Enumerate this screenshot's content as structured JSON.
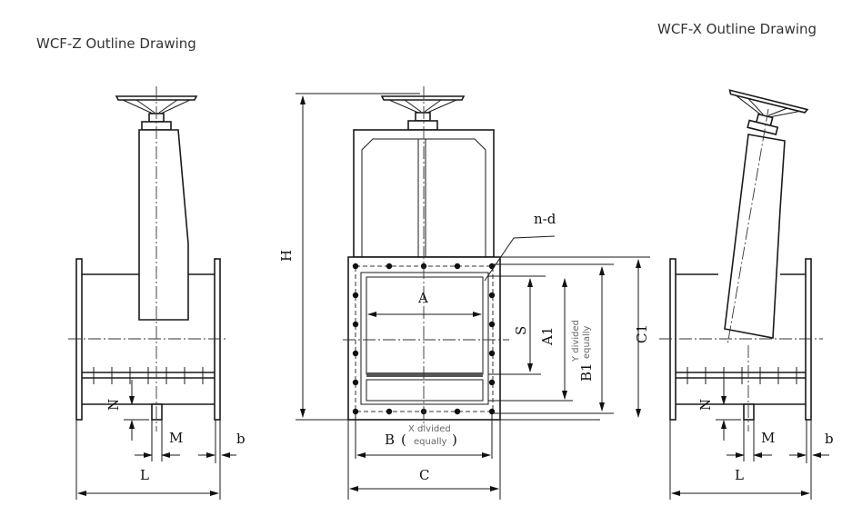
{
  "titles": {
    "left": "WCF-Z Outline Drawing",
    "right": "WCF-X Outline Drawing"
  },
  "labels": {
    "L": "L",
    "M": "M",
    "b": "b",
    "N": "N",
    "H": "H",
    "A": "A",
    "S": "S",
    "A1": "A1",
    "B1": "B1",
    "C1": "C1",
    "B": "B",
    "C": "C",
    "nd": "n-d",
    "x_divided_1": "X divided",
    "x_divided_2": "equally",
    "y_divided_1": "Y divided",
    "y_divided_2": "equally",
    "paren_open": "(",
    "paren_close": ")"
  }
}
